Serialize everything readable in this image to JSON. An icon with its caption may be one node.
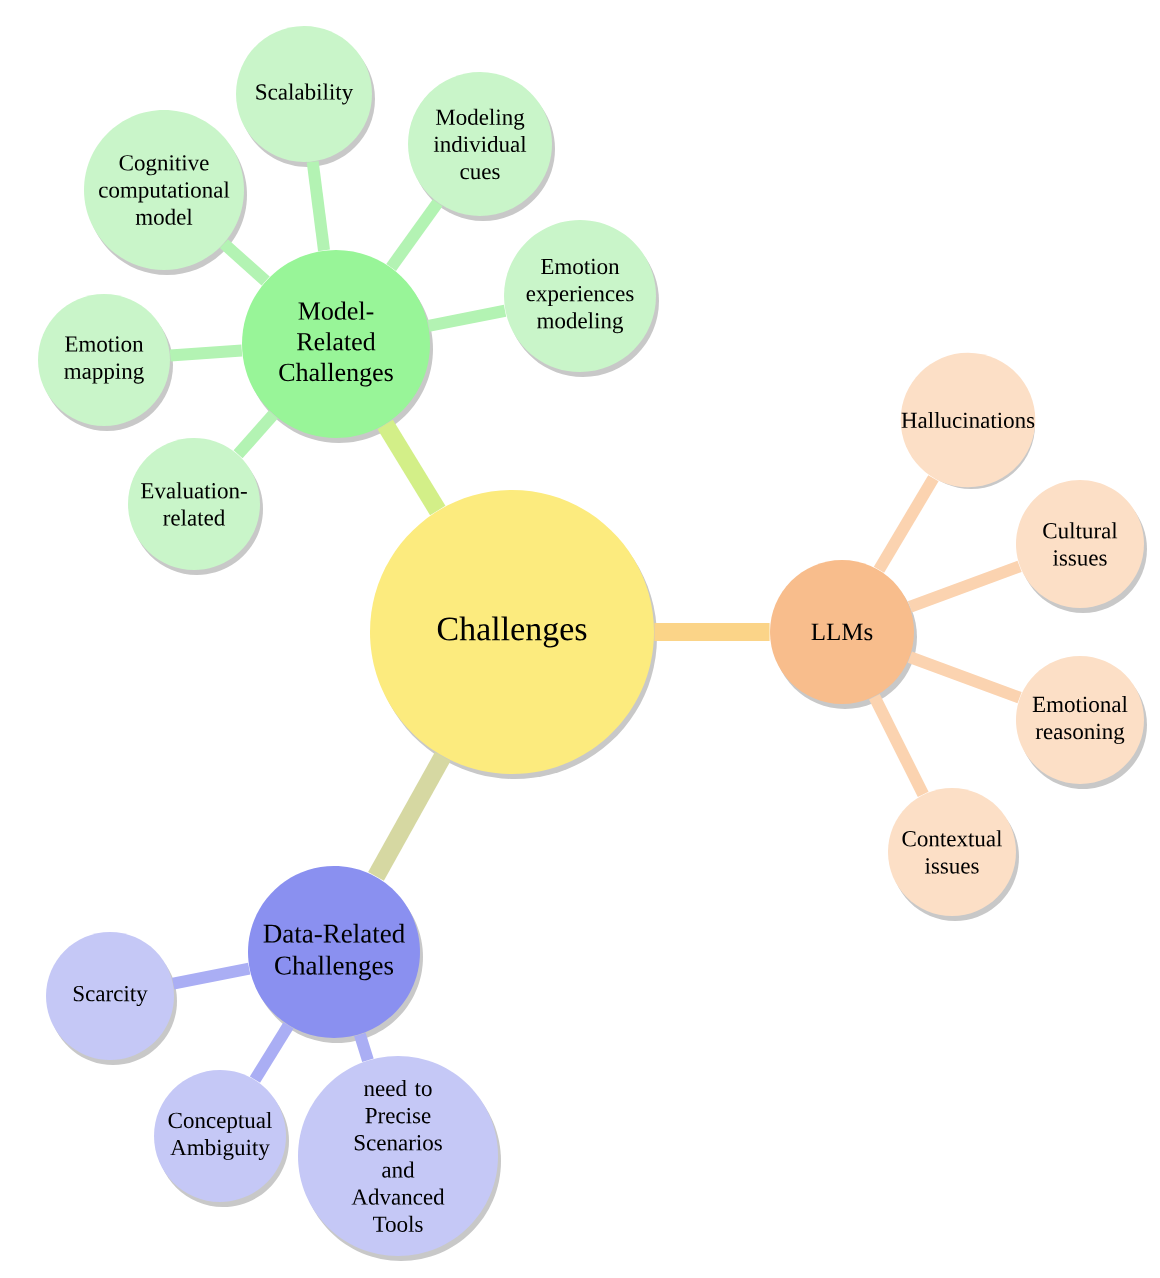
{
  "diagram": {
    "nodes": [
      {
        "text": [
          "Challenges"
        ]
      },
      {
        "text": [
          "Model-Related Challenges"
        ]
      },
      {
        "text": [
          "Cognitive computational model"
        ]
      },
      {
        "text": [
          "Scalability"
        ]
      },
      {
        "text": [
          "Modeling individual cues"
        ]
      },
      {
        "text": [
          "Emotion experiences modeling"
        ]
      },
      {
        "text": [
          "Emotion mapping"
        ]
      },
      {
        "text": [
          "Evaluation-related"
        ]
      },
      {
        "text": [
          "LLMs"
        ]
      },
      {
        "text": [
          "Hallucinations"
        ]
      },
      {
        "text": [
          "Cultural issues"
        ]
      },
      {
        "text": [
          "Emotional reasoning"
        ]
      },
      {
        "text": [
          "Contextual issues"
        ]
      },
      {
        "text": [
          "Data-Related Challenges"
        ]
      },
      {
        "text": [
          "Scarcity"
        ]
      },
      {
        "text": [
          "Conceptual Ambiguity"
        ]
      },
      {
        "text": [
          "need to Precise Scenarios and Advanced Tools"
        ]
      }
    ],
    "edges": [
      {
        "from": 0,
        "to": 1,
        "arrow": "none",
        "color": "#d3ef88"
      },
      {
        "from": 1,
        "to": 2,
        "arrow": "none",
        "color": "#b3f3b3"
      },
      {
        "from": 1,
        "to": 3,
        "arrow": "none",
        "color": "#b3f3b3"
      },
      {
        "from": 1,
        "to": 4,
        "arrow": "none",
        "color": "#b3f3b3"
      },
      {
        "from": 1,
        "to": 5,
        "arrow": "none",
        "color": "#b3f3b3"
      },
      {
        "from": 1,
        "to": 6,
        "arrow": "none",
        "color": "#b3f3b3"
      },
      {
        "from": 1,
        "to": 7,
        "arrow": "none",
        "color": "#b3f3b3"
      },
      {
        "from": 0,
        "to": 8,
        "arrow": "none",
        "color": "#fbd488"
      },
      {
        "from": 8,
        "to": 9,
        "arrow": "none",
        "color": "#fbd3b0"
      },
      {
        "from": 8,
        "to": 10,
        "arrow": "none",
        "color": "#fbd3b0"
      },
      {
        "from": 8,
        "to": 11,
        "arrow": "none",
        "color": "#fbd3b0"
      },
      {
        "from": 8,
        "to": 12,
        "arrow": "none",
        "color": "#fbd3b0"
      },
      {
        "from": 0,
        "to": 13,
        "arrow": "none",
        "color": "#d6d8a2"
      },
      {
        "from": 13,
        "to": 14,
        "arrow": "none",
        "color": "#aaaef4"
      },
      {
        "from": 13,
        "to": 15,
        "arrow": "none",
        "color": "#aaaef4"
      },
      {
        "from": 13,
        "to": 16,
        "arrow": "none",
        "color": "#aaaef4"
      }
    ]
  }
}
